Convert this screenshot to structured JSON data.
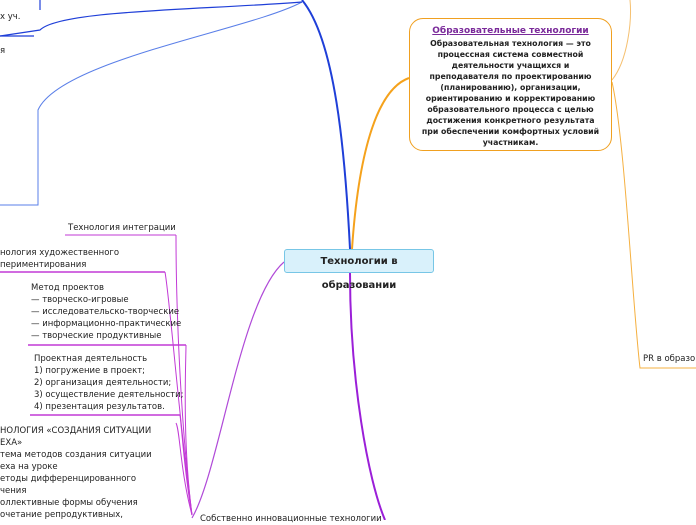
{
  "central_topic": "Технологии в образовании",
  "tech_box": {
    "title": "Образовательные технологии",
    "body": "Образовательная технология — это\nпроцессная система совместной\nдеятельности учащихся и\nпреподавателя по проектированию\n(планированию), организации,\nориентированию и корректированию\nобразовательного процесса с целью\nдостижения конкретного результата\nпри обеспечении комфортных условий\nучастникам."
  },
  "right_branch_label": "PR в образо",
  "left_fragments": {
    "top_a": "х уч.",
    "top_b": "я"
  },
  "left_nodes": [
    {
      "text": "Технология интеграции"
    },
    {
      "text": "нология художественного\nпериментирования"
    },
    {
      "text": "Метод проектов\n— творческо-игровые\n— исследовательско-творческие\n— информационно-практические\n— творческие продуктивные"
    },
    {
      "text": "Проектная деятельность\n1) погружение в проект;\n2) организация деятельности;\n3) осуществление деятельности;\n4) презентация результатов."
    },
    {
      "text": "НОЛОГИЯ «СОЗДАНИЯ СИТУАЦИИ\nЕХА»\nтема методов создания ситуации\nеха на уроке\nетоды дифференцированного\nчения\nоллективные формы обучения\nочетание репродуктивных,"
    }
  ],
  "bottom_fragment": "Собственно инновационные технологии",
  "colors": {
    "blue_branch": "#1f3fd8",
    "orange_branch": "#f5a21c",
    "purple_branch": "#9b1fd8",
    "magenta_branch": "#c23ad6",
    "light_blue": "#5a7fe8",
    "central_fill": "#d9f1fb"
  }
}
